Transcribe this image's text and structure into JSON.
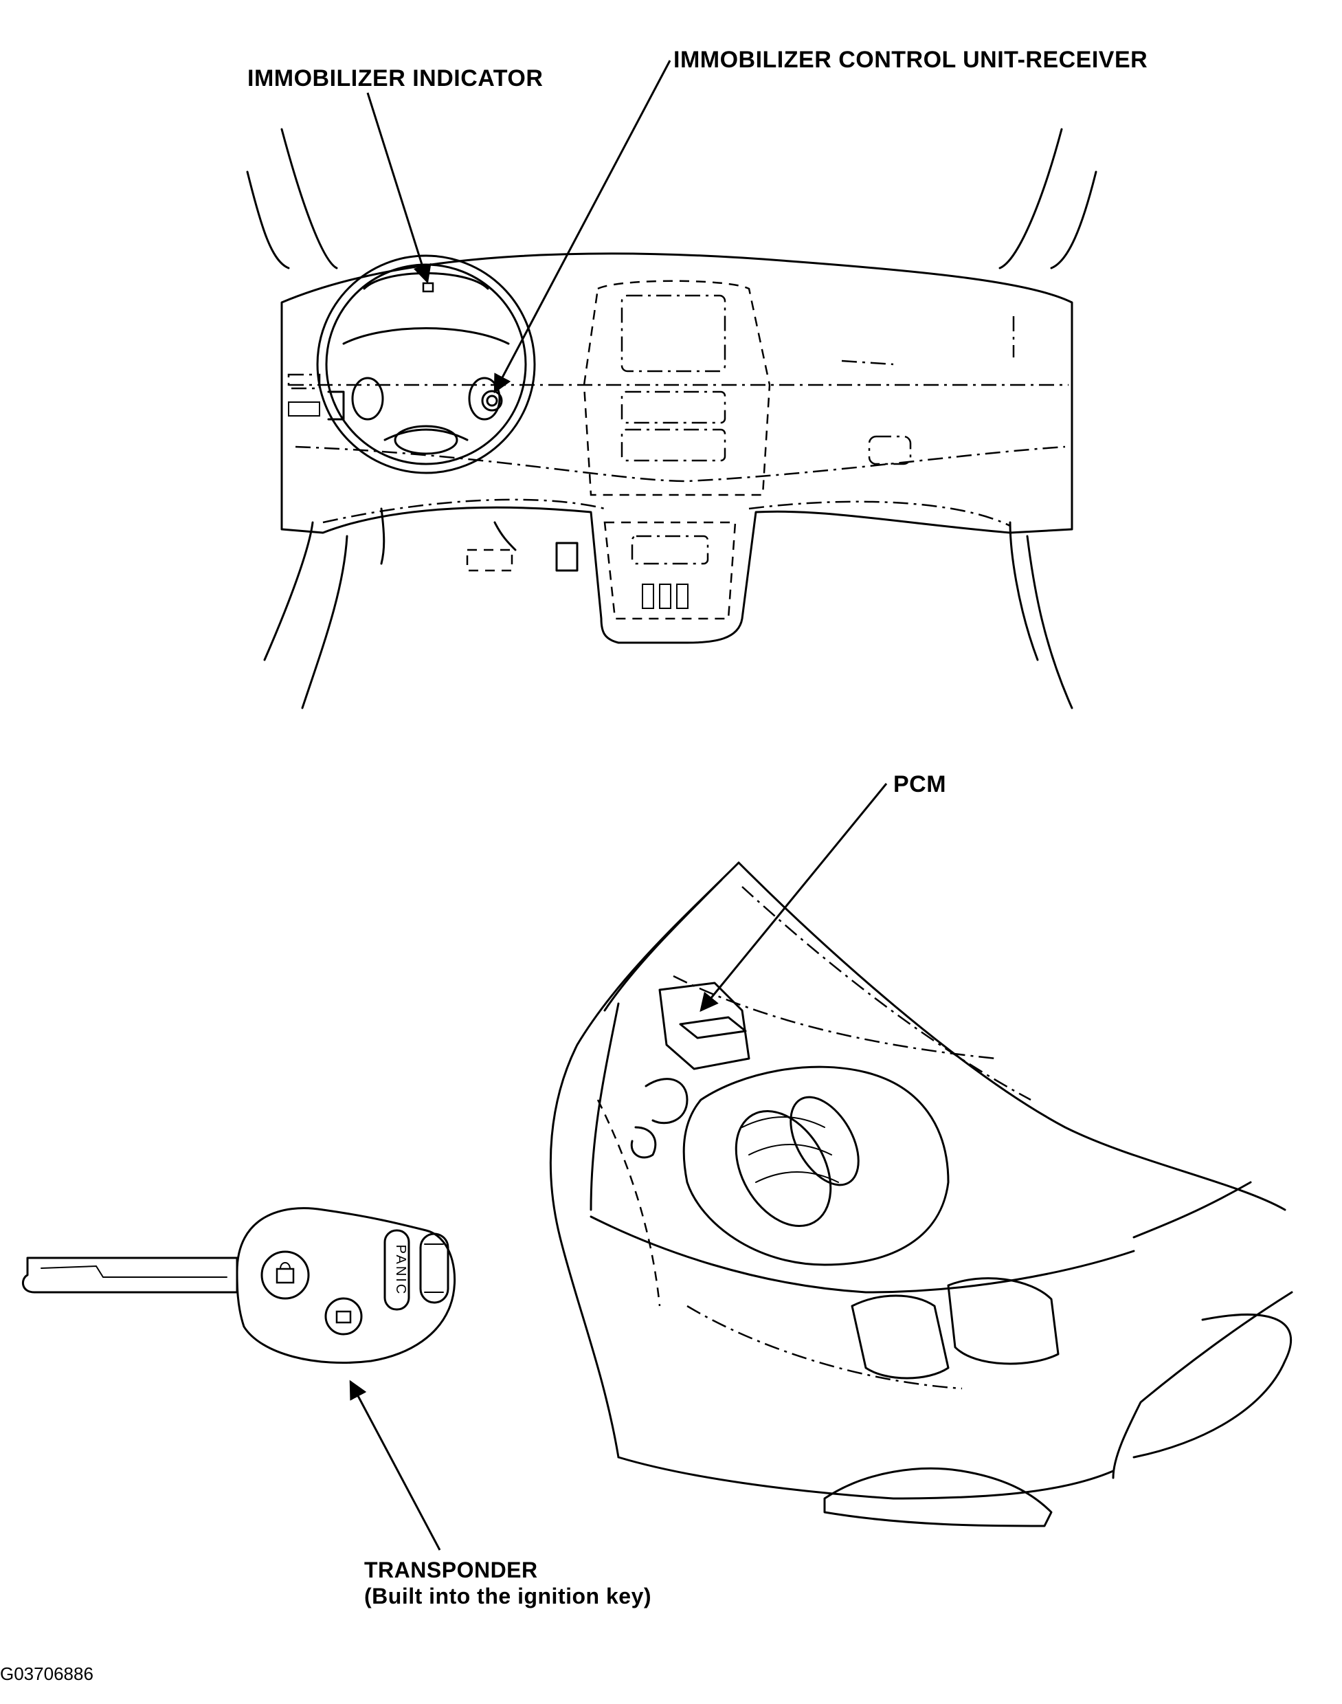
{
  "labels": {
    "immobilizer_indicator": "IMMOBILIZER INDICATOR",
    "immobilizer_receiver": "IMMOBILIZER CONTROL UNIT-RECEIVER",
    "pcm": "PCM",
    "transponder_line1": "TRANSPONDER",
    "transponder_line2": "(Built into the ignition key)",
    "key_panic": "PANIC",
    "figure_id": "G03706886"
  }
}
